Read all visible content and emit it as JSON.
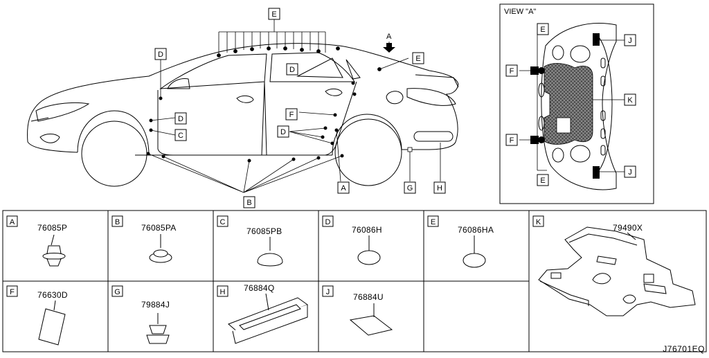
{
  "view_title": "VIEW \"A\"",
  "arrow_label": "A",
  "diagram_code": "J76701EQ",
  "parts": [
    {
      "key": "A",
      "number": "76085P"
    },
    {
      "key": "B",
      "number": "76085PA"
    },
    {
      "key": "C",
      "number": "76085PB"
    },
    {
      "key": "D",
      "number": "76086H"
    },
    {
      "key": "E",
      "number": "76086HA"
    },
    {
      "key": "K",
      "number": "79490X"
    },
    {
      "key": "F",
      "number": "76630D"
    },
    {
      "key": "G",
      "number": "79884J"
    },
    {
      "key": "H",
      "number": "76884Q"
    },
    {
      "key": "J",
      "number": "76884U"
    }
  ],
  "car_callouts": {
    "E_top": "E",
    "D_left": "D",
    "D_door": "D",
    "E_rear": "E",
    "D_sill": "D",
    "C_sill": "C",
    "F_rear": "F",
    "D_rear": "D",
    "A_wheel": "A",
    "G_bumper": "G",
    "H_bumper": "H",
    "B_bottom": "B"
  },
  "view_callouts": {
    "E_top": "E",
    "J_top": "J",
    "F_top": "F",
    "K_mid": "K",
    "F_bot": "F",
    "E_bot": "E",
    "J_bot": "J"
  }
}
